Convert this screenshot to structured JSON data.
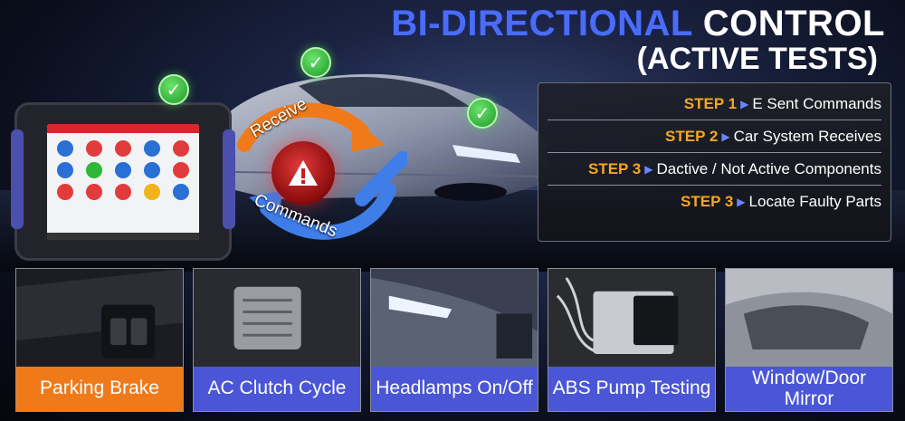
{
  "headline": {
    "accent": "BI-DIRECTIONAL",
    "rest": "CONTROL",
    "line2": "(ACTIVE TESTS)"
  },
  "cycle": {
    "receive_label": "Receive",
    "commands_label": "Commands",
    "warning_icon": "warning-triangle-icon"
  },
  "steps": [
    {
      "num": "STEP 1",
      "text": "E Sent Commands"
    },
    {
      "num": "STEP 2",
      "text": "Car System Receives"
    },
    {
      "num": "STEP 3",
      "text": "Dactive / Not Active Components"
    },
    {
      "num": "STEP 3",
      "text": "Locate Faulty Parts"
    }
  ],
  "tiles": [
    {
      "label": "Parking Brake",
      "style": "orange"
    },
    {
      "label": "AC Clutch Cycle",
      "style": "blue"
    },
    {
      "label": "Headlamps On/Off",
      "style": "blue"
    },
    {
      "label": "ABS Pump Testing",
      "style": "blue"
    },
    {
      "label": "Window/Door Mirror",
      "style": "blue"
    }
  ],
  "colors": {
    "accent_blue": "#4a6cf7",
    "step_orange": "#f5a623",
    "caption_orange": "#f07a1a",
    "caption_blue": "#4a56d6",
    "check_green": "#2fb73a",
    "warning_red": "#d42a2a"
  }
}
